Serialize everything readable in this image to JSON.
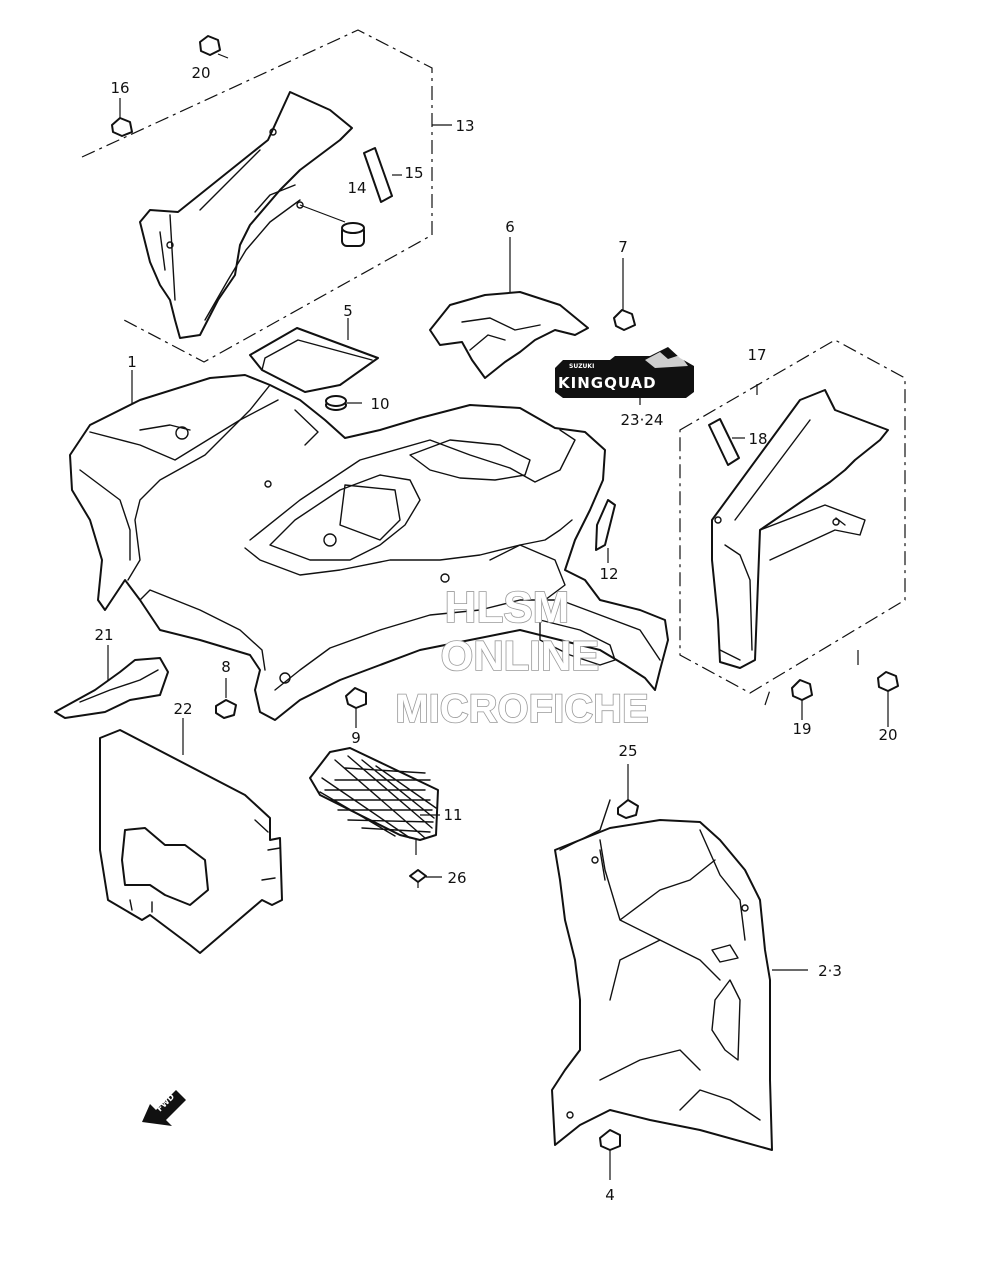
{
  "diagram": {
    "labels": {
      "l1": "1",
      "l23": "2·3",
      "l4": "4",
      "l5": "5",
      "l6": "6",
      "l7": "7",
      "l8": "8",
      "l9": "9",
      "l10": "10",
      "l11": "11",
      "l12": "12",
      "l13": "13",
      "l14": "14",
      "l15": "15",
      "l16": "16",
      "l17": "17",
      "l18": "18",
      "l19": "19",
      "l20a": "20",
      "l20b": "20",
      "l21": "21",
      "l22": "22",
      "l2324": "23·24",
      "l25": "25",
      "l26": "26"
    },
    "decal": {
      "brand": "SUZUKI",
      "name": "KINGQUAD"
    },
    "fwd": "FWD",
    "watermark": [
      "HLSM",
      "ONLINE",
      "MICROFICHE"
    ]
  }
}
